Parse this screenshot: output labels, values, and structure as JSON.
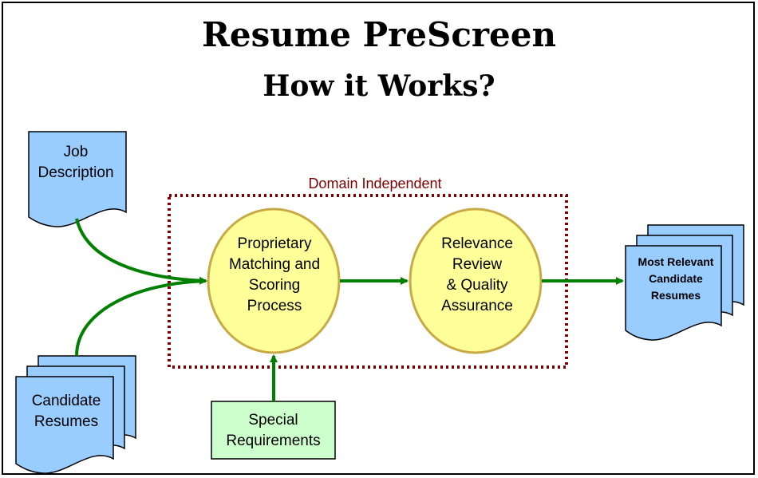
{
  "title": "Resume PreScreen",
  "subtitle": "How it Works?",
  "group_label": "Domain Independent",
  "nodes": {
    "job_description": {
      "line1": "Job",
      "line2": "Description"
    },
    "candidate_resumes": {
      "line1": "Candidate",
      "line2": "Resumes"
    },
    "special_requirements": {
      "line1": "Special",
      "line2": "Requirements"
    },
    "matching_process": {
      "line1": "Proprietary",
      "line2": "Matching and",
      "line3": "Scoring",
      "line4": "Process"
    },
    "relevance_review": {
      "line1": "Relevance",
      "line2": "Review",
      "line3": "& Quality",
      "line4": "Assurance"
    },
    "output": {
      "line1": "Most Relevant",
      "line2": "Candidate",
      "line3": "Resumes"
    }
  },
  "colors": {
    "document_fill": "#99ccff",
    "process_fill": "#ffff99",
    "process_stroke": "#c8aa46",
    "special_fill": "#ccffcc",
    "arrow": "#008000",
    "group_border": "#800000"
  }
}
